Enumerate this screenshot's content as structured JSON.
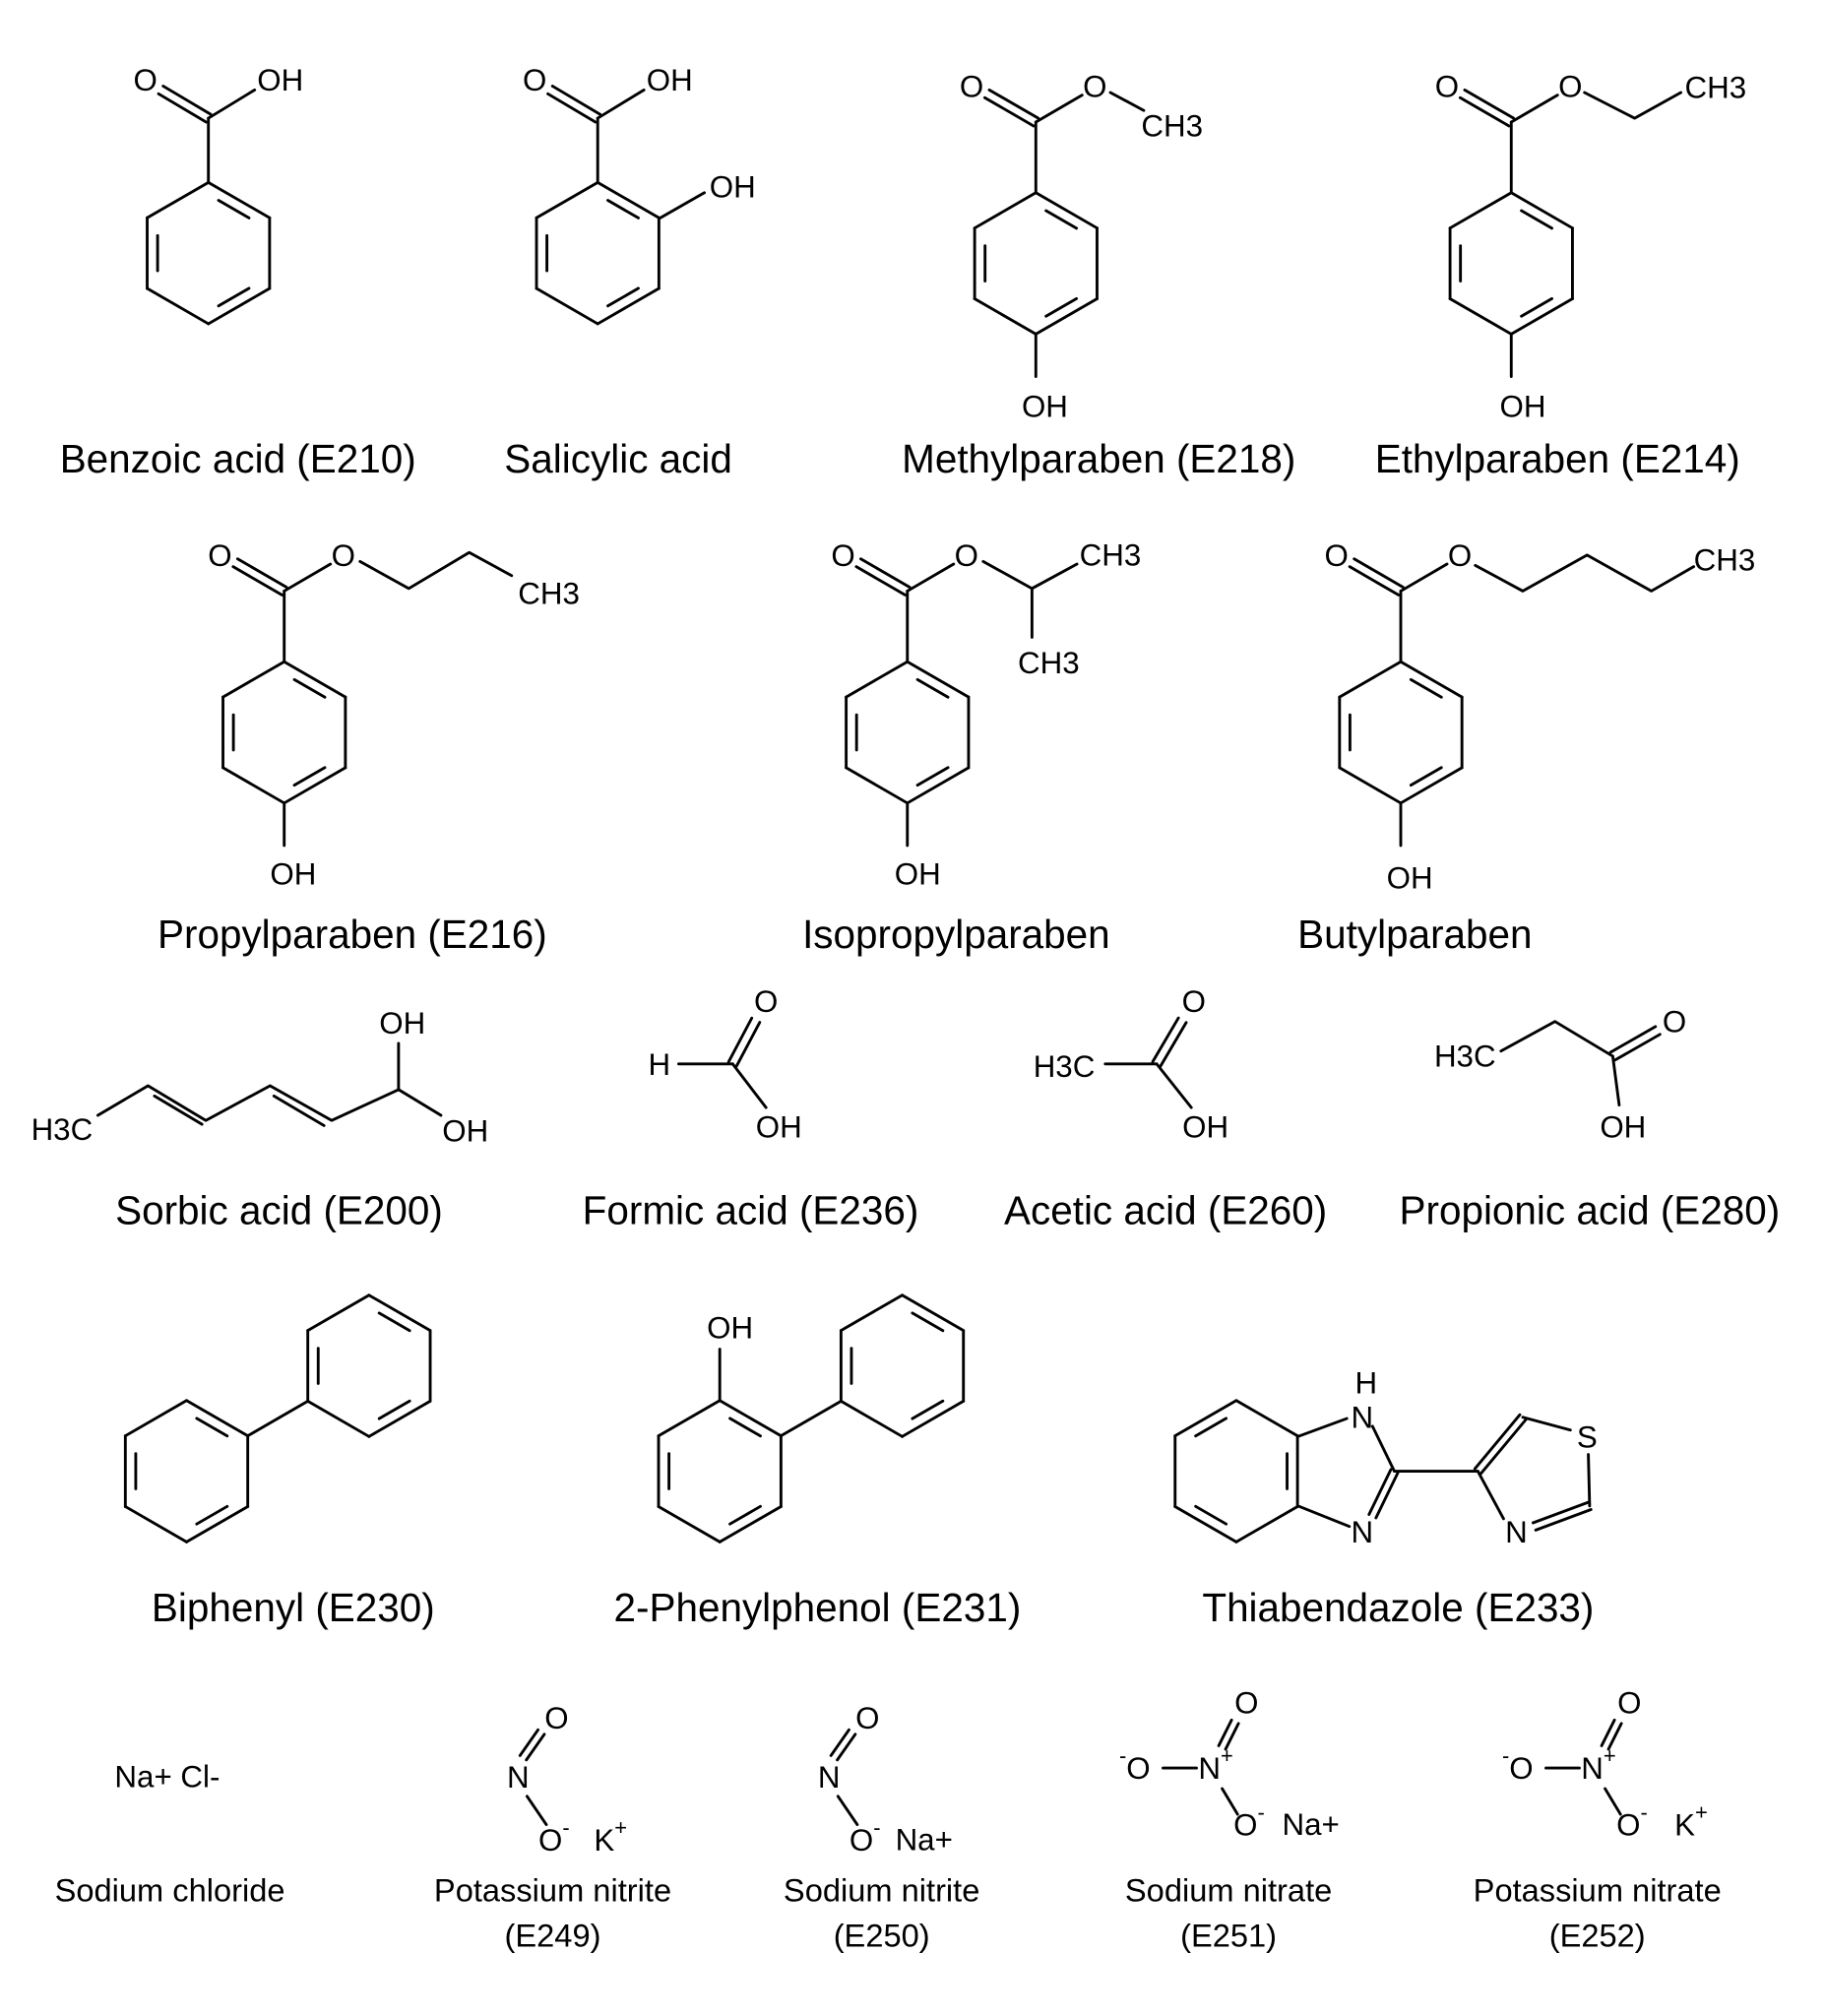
{
  "molecules": {
    "benzoic": {
      "name": "Benzoic acid (E210)",
      "atoms": [
        "O",
        "OH"
      ]
    },
    "salicylic": {
      "name": "Salicylic acid",
      "atoms": [
        "O",
        "OH",
        "OH"
      ]
    },
    "methylparaben": {
      "name": "Methylparaben (E218)",
      "atoms": [
        "O",
        "O",
        "CH3",
        "OH"
      ]
    },
    "ethylparaben": {
      "name": "Ethylparaben (E214)",
      "atoms": [
        "O",
        "O",
        "CH3",
        "OH"
      ]
    },
    "propylparaben": {
      "name": "Propylparaben (E216)",
      "atoms": [
        "O",
        "O",
        "CH3",
        "OH"
      ]
    },
    "isopropylparaben": {
      "name": "Isopropylparaben",
      "atoms": [
        "O",
        "O",
        "CH3",
        "CH3",
        "OH"
      ]
    },
    "butylparaben": {
      "name": "Butylparaben",
      "atoms": [
        "O",
        "O",
        "CH3",
        "OH"
      ]
    },
    "sorbic": {
      "name": "Sorbic acid (E200)",
      "atoms": [
        "H3C",
        "OH",
        "OH"
      ]
    },
    "formic": {
      "name": "Formic acid (E236)",
      "atoms": [
        "H",
        "O",
        "OH"
      ]
    },
    "acetic": {
      "name": "Acetic acid (E260)",
      "atoms": [
        "H3C",
        "O",
        "OH"
      ]
    },
    "propionic": {
      "name": "Propionic acid (E280)",
      "atoms": [
        "H3C",
        "O",
        "OH"
      ]
    },
    "biphenyl": {
      "name": "Biphenyl (E230)",
      "atoms": []
    },
    "phenylphenol": {
      "name": "2-Phenylphenol (E231)",
      "atoms": [
        "OH"
      ]
    },
    "thiabendazole": {
      "name": "Thiabendazole (E233)",
      "atoms": [
        "H",
        "N",
        "N",
        "S",
        "N"
      ]
    },
    "nacl": {
      "name": "Sodium chloride",
      "atoms": [
        "Na+ Cl-"
      ]
    },
    "kno2": {
      "name": [
        "Potassium nitrite",
        "(E249)"
      ],
      "atoms": [
        "O",
        "N",
        "O-",
        "K+"
      ]
    },
    "nano2": {
      "name": [
        "Sodium nitrite",
        "(E250)"
      ],
      "atoms": [
        "O",
        "N",
        "O-",
        "Na+"
      ]
    },
    "nano3": {
      "name": [
        "Sodium nitrate",
        "(E251)"
      ],
      "atoms": [
        "-O",
        "N+",
        "O",
        "O-",
        "Na+"
      ]
    },
    "kno3": {
      "name": [
        "Potassium nitrate",
        "(E252)"
      ],
      "atoms": [
        "-O",
        "N+",
        "O",
        "O-",
        "K+"
      ]
    }
  }
}
